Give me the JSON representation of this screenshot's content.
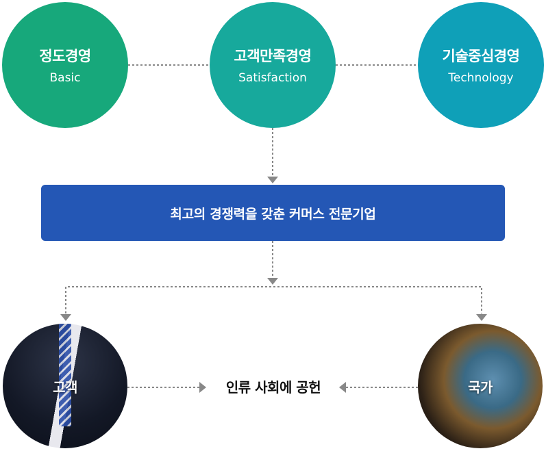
{
  "pillars": [
    {
      "title": "정도경영",
      "subtitle": "Basic"
    },
    {
      "title": "고객만족경영",
      "subtitle": "Satisfaction"
    },
    {
      "title": "기술중심경영",
      "subtitle": "Technology"
    }
  ],
  "goal": "최고의 경쟁력을 갖춘 커머스 전문기업",
  "targets": {
    "left": "고객",
    "right": "국가"
  },
  "outcome": "인류 사회에 공헌",
  "colors": {
    "pillar1": "#17a87b",
    "pillar2": "#17a99c",
    "pillar3": "#0fa0b8",
    "banner": "#2457b5",
    "connector": "#888888"
  }
}
